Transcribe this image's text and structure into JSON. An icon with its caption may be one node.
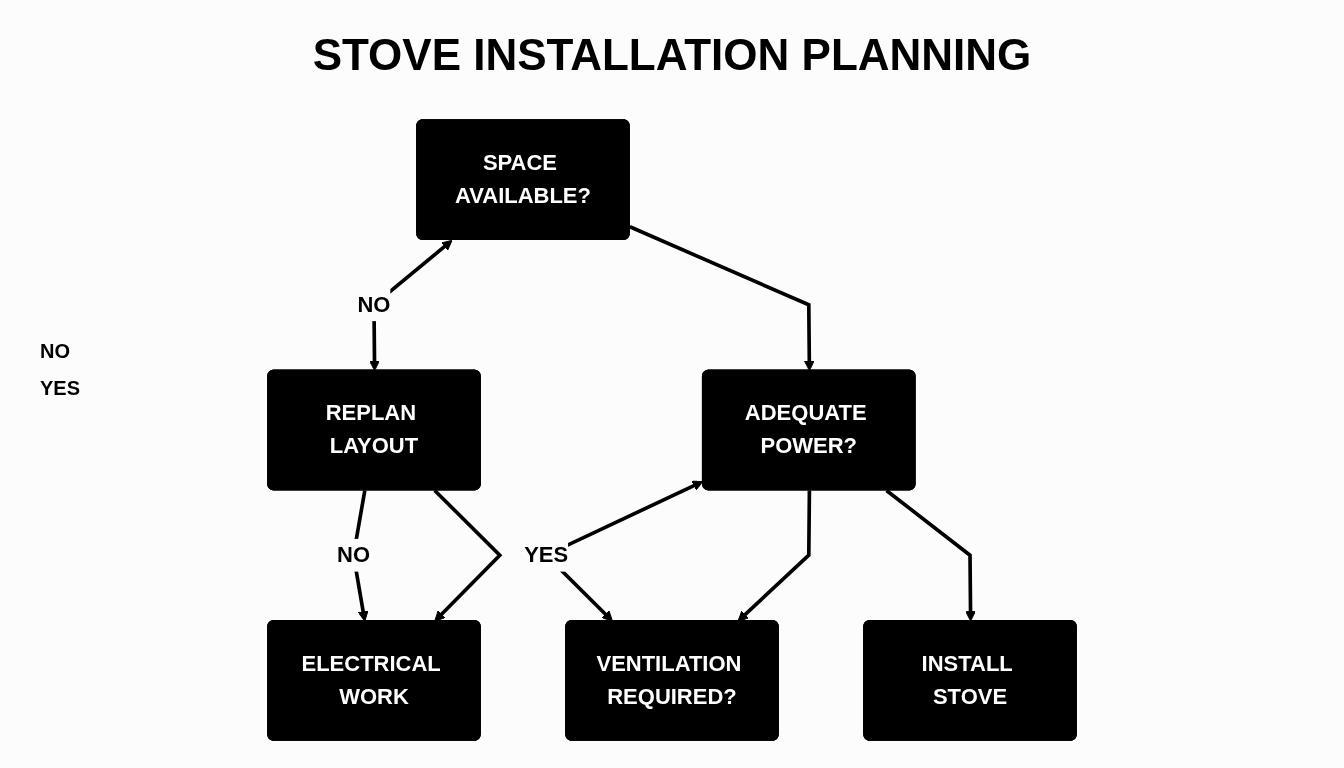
{
  "diagram": {
    "title": "STOVE INSTALLATION PLANNING",
    "nodes": [
      {
        "text": [
          "SPACE AVAILABLE?"
        ]
      },
      {
        "text": [
          "REPLAN LAYOUT"
        ]
      },
      {
        "text": [
          "ELECTRICAL WORK"
        ]
      },
      {
        "text": [
          "ADEQUATE POWER?"
        ]
      },
      {
        "text": [
          "VENTILATION REQUIRED?"
        ]
      },
      {
        "text": [
          "INSTALL STOVE"
        ]
      }
    ],
    "edges": [
      {
        "from": 0,
        "to": 1,
        "arrow": "both",
        "label": "NO"
      },
      {
        "from": 0,
        "to": 3,
        "arrow": "to"
      },
      {
        "from": 1,
        "to": 2,
        "arrow": "to",
        "label": "NO"
      },
      {
        "from": 1,
        "to": 2,
        "arrow": "to"
      },
      {
        "from": 3,
        "to": 4,
        "arrow": "both",
        "label": "YES"
      },
      {
        "from": 3,
        "to": 4,
        "arrow": "to"
      },
      {
        "from": 3,
        "to": 5,
        "arrow": "to"
      }
    ],
    "labels": [
      "NO",
      "YES"
    ]
  }
}
